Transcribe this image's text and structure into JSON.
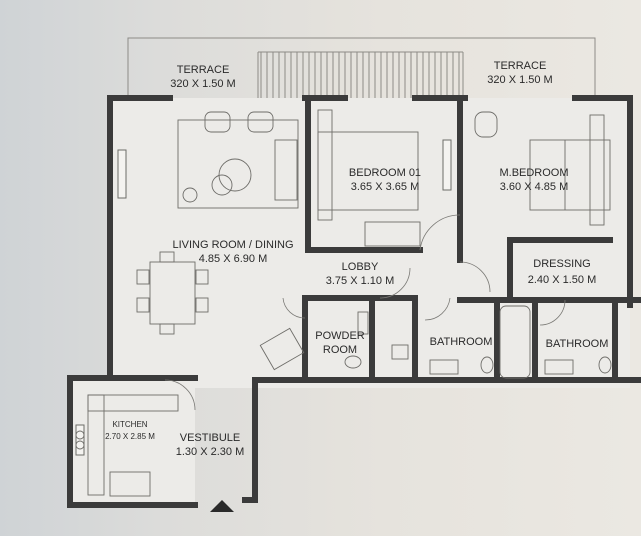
{
  "rooms": {
    "terrace_left": {
      "name": "TERRACE",
      "size": "320 X 1.50 M"
    },
    "terrace_right": {
      "name": "TERRACE",
      "size": "320 X 1.50 M"
    },
    "bedroom": {
      "name": "BEDROOM 01",
      "size": "3.65 X 3.65 M"
    },
    "master": {
      "name": "M.BEDROOM",
      "size": "3.60 X 4.85 M"
    },
    "living": {
      "name": "LIVING ROOM / DINING",
      "size": "4.85 X 6.90 M"
    },
    "lobby": {
      "name": "LOBBY",
      "size": "3.75 X 1.10 M"
    },
    "dressing": {
      "name": "DRESSING",
      "size": "2.40 X 1.50 M"
    },
    "powder": {
      "name_line1": "POWDER",
      "name_line2": "ROOM"
    },
    "bathroom_left": {
      "name": "BATHROOM"
    },
    "bathroom_right": {
      "name": "BATHROOM"
    },
    "kitchen": {
      "name": "KITCHEN",
      "size": "2.70 X 2.85 M"
    },
    "vestibule": {
      "name": "VESTIBULE",
      "size": "1.30 X 2.30 M"
    }
  },
  "colors": {
    "wall": "#3b3b3b",
    "floor": "#ecebe8",
    "paper_bg": "#e6e3dd",
    "hatch": "#8d8b86"
  },
  "icons": [
    "entry-arrow-icon",
    "bed-icon",
    "sofa-icon",
    "dining-table-icon",
    "toilet-icon",
    "sink-icon",
    "bathtub-icon"
  ]
}
